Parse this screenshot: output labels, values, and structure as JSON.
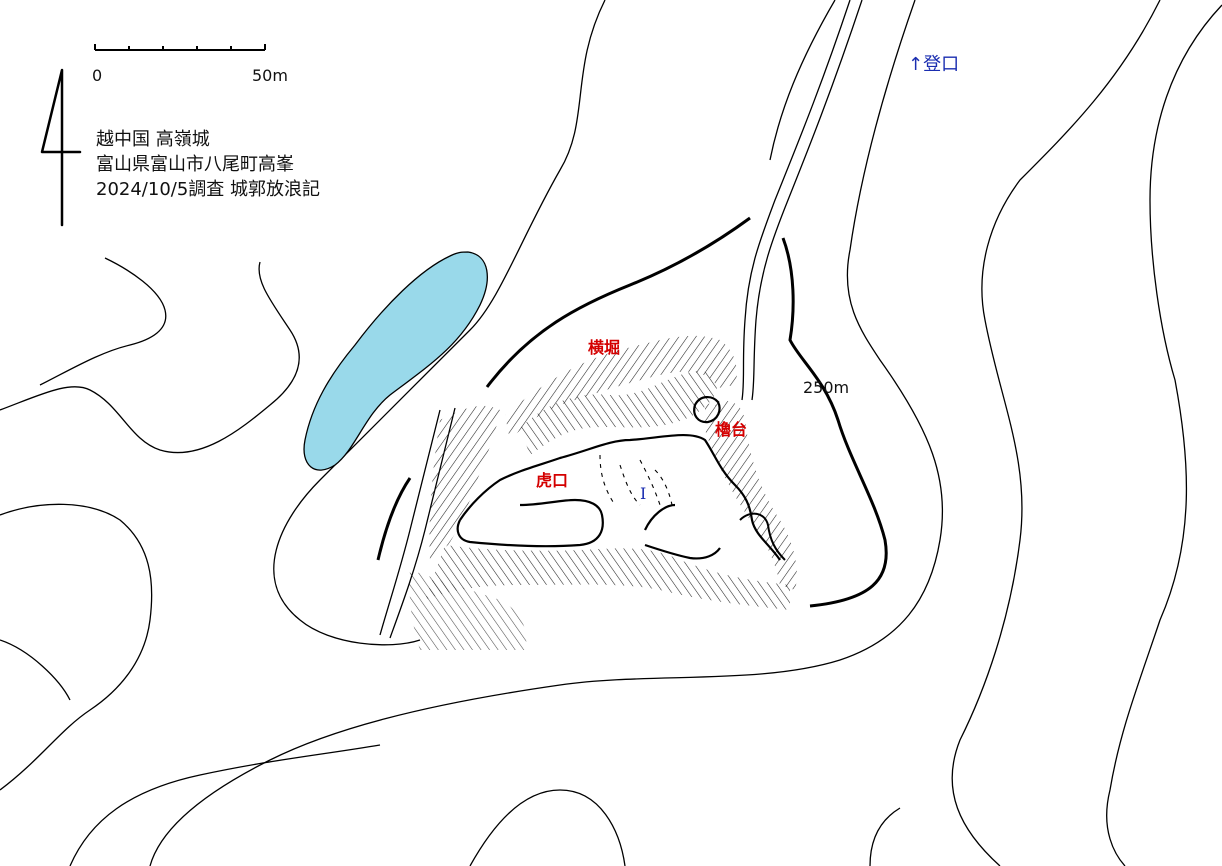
{
  "scale": {
    "start_label": "0",
    "end_label": "50m"
  },
  "info": {
    "line1": "越中国 高嶺城",
    "line2": "富山県富山市八尾町高峯",
    "line3": "2024/10/5調査 城郭放浪記"
  },
  "labels": {
    "trail": "↑登口",
    "elevation": "250m",
    "moat": "横堀",
    "turret": "櫓台",
    "gate": "虎口",
    "bailey": "I"
  },
  "colors": {
    "pond": "#99d9ea",
    "feature_label": "#d40000",
    "blue_label": "#1a2db0",
    "line": "#000000"
  }
}
